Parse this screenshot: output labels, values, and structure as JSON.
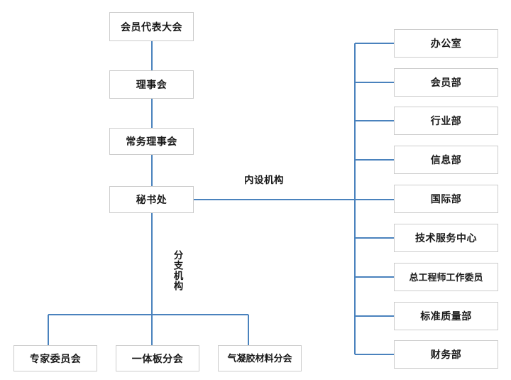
{
  "diagram": {
    "type": "organizational-chart",
    "background_color": "#ffffff",
    "connector_color": "#4a82bd",
    "box_border_color": "#cccccc",
    "box_fill_color": "#ffffff",
    "text_color": "#1a1a1a"
  },
  "hierarchy": {
    "main_chain": [
      {
        "id": "assembly",
        "label": "会员代表大会"
      },
      {
        "id": "council",
        "label": "理事会"
      },
      {
        "id": "standing_council",
        "label": "常务理事会"
      },
      {
        "id": "secretariat",
        "label": "秘书处"
      }
    ],
    "internal_departments_label": "内设机构",
    "internal_departments": [
      {
        "id": "office",
        "label": "办公室"
      },
      {
        "id": "membership",
        "label": "会员部"
      },
      {
        "id": "industry",
        "label": "行业部"
      },
      {
        "id": "information",
        "label": "信息部"
      },
      {
        "id": "international",
        "label": "国际部"
      },
      {
        "id": "tech_service_center",
        "label": "技术服务中心"
      },
      {
        "id": "chief_engineer_committee",
        "label": "总工程师工作委员"
      },
      {
        "id": "standards_quality",
        "label": "标准质量部"
      },
      {
        "id": "finance",
        "label": "财务部"
      }
    ],
    "branches_label": "分支机构",
    "branches": [
      {
        "id": "expert_committee",
        "label": "专家委员会"
      },
      {
        "id": "integrated_panel",
        "label": "一体板分会"
      },
      {
        "id": "aerogel_materials",
        "label": "气凝胶材料分会"
      }
    ]
  }
}
